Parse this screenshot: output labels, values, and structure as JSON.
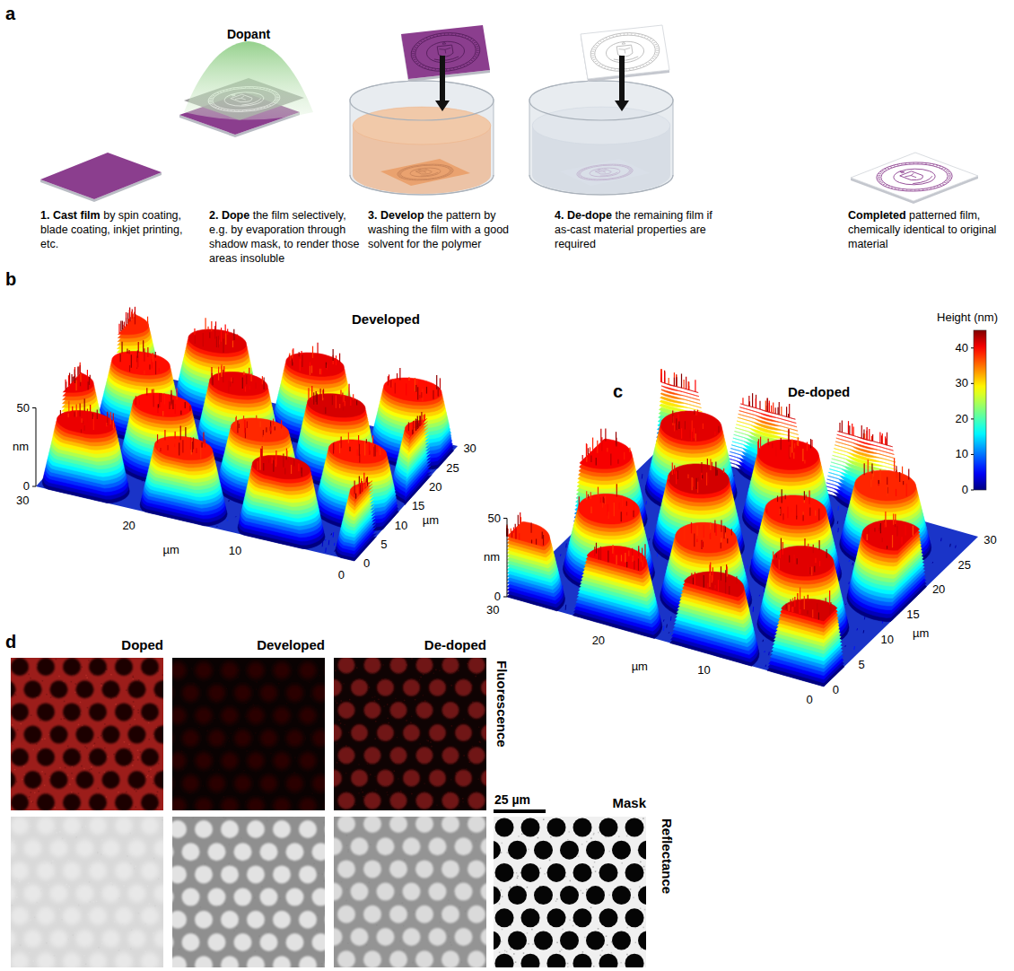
{
  "diagram": {
    "nodes": [
      {
        "text": [
          "Doped"
        ]
      },
      {
        "text": [
          "Developed"
        ]
      },
      {
        "text": [
          "De-doped"
        ]
      },
      {
        "text": [
          "Mask"
        ]
      }
    ],
    "labels": [
      "a",
      "Dopant",
      "1. Cast film",
      "by spin coating, blade coating, inkjet printing, etc.",
      "2. Dope",
      "the film selectively, e.g. by evaporation through shadow mask, to render those areas insoluble",
      "3. Develop",
      "the pattern by washing the film with a good solvent for the polymer",
      "4. De-dope",
      "the remaining film if as-cast material properties are required",
      "Completed",
      "patterned film, chemically identical to original material",
      "b",
      "Developed",
      "c",
      "De-doped",
      "Height (nm)",
      "40",
      "30",
      "20",
      "10",
      "0",
      "50",
      "nm",
      "0",
      "30",
      "20",
      "µm",
      "10",
      "0",
      "0",
      "5",
      "10",
      "15",
      "20",
      "25",
      "30",
      "µm",
      "50",
      "nm",
      "0",
      "30",
      "20",
      "µm",
      "10",
      "0",
      "0",
      "5",
      "10",
      "15",
      "20",
      "25",
      "30",
      "µm",
      "d",
      "Fluorescence",
      "25 µm",
      "Reflectance"
    ]
  }
}
